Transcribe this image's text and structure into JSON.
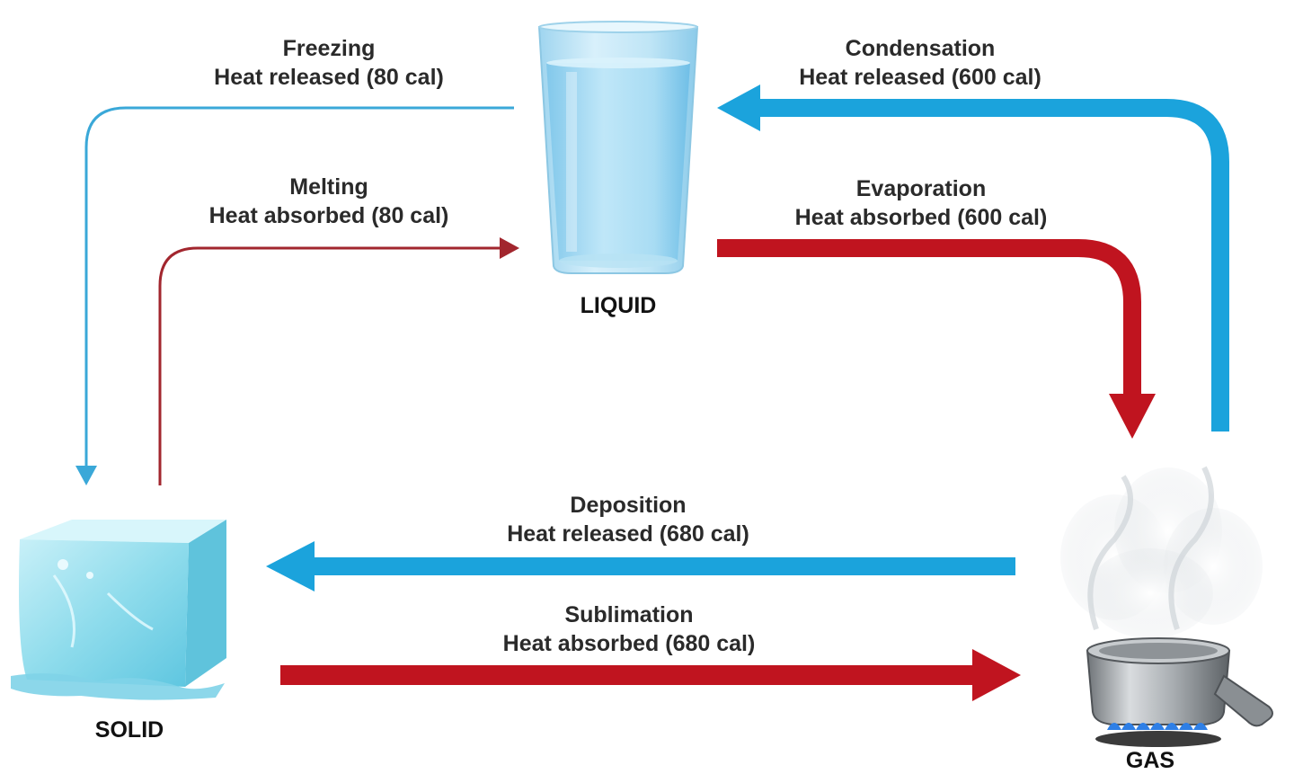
{
  "transitions": {
    "freezing": {
      "name": "Freezing",
      "heat": "Heat released (80 cal)",
      "color": "#3aa8d8"
    },
    "melting": {
      "name": "Melting",
      "heat": "Heat absorbed (80 cal)",
      "color": "#a2262e"
    },
    "condensation": {
      "name": "Condensation",
      "heat": "Heat released (600 cal)",
      "color": "#1ba3dc"
    },
    "evaporation": {
      "name": "Evaporation",
      "heat": "Heat absorbed (600 cal)",
      "color": "#c0141f"
    },
    "deposition": {
      "name": "Deposition",
      "heat": "Heat released (680 cal)",
      "color": "#1ba3dc"
    },
    "sublimation": {
      "name": "Sublimation",
      "heat": "Heat absorbed (680 cal)",
      "color": "#c0141f"
    }
  },
  "states": {
    "liquid": "LIQUID",
    "solid": "SOLID",
    "gas": "GAS"
  }
}
